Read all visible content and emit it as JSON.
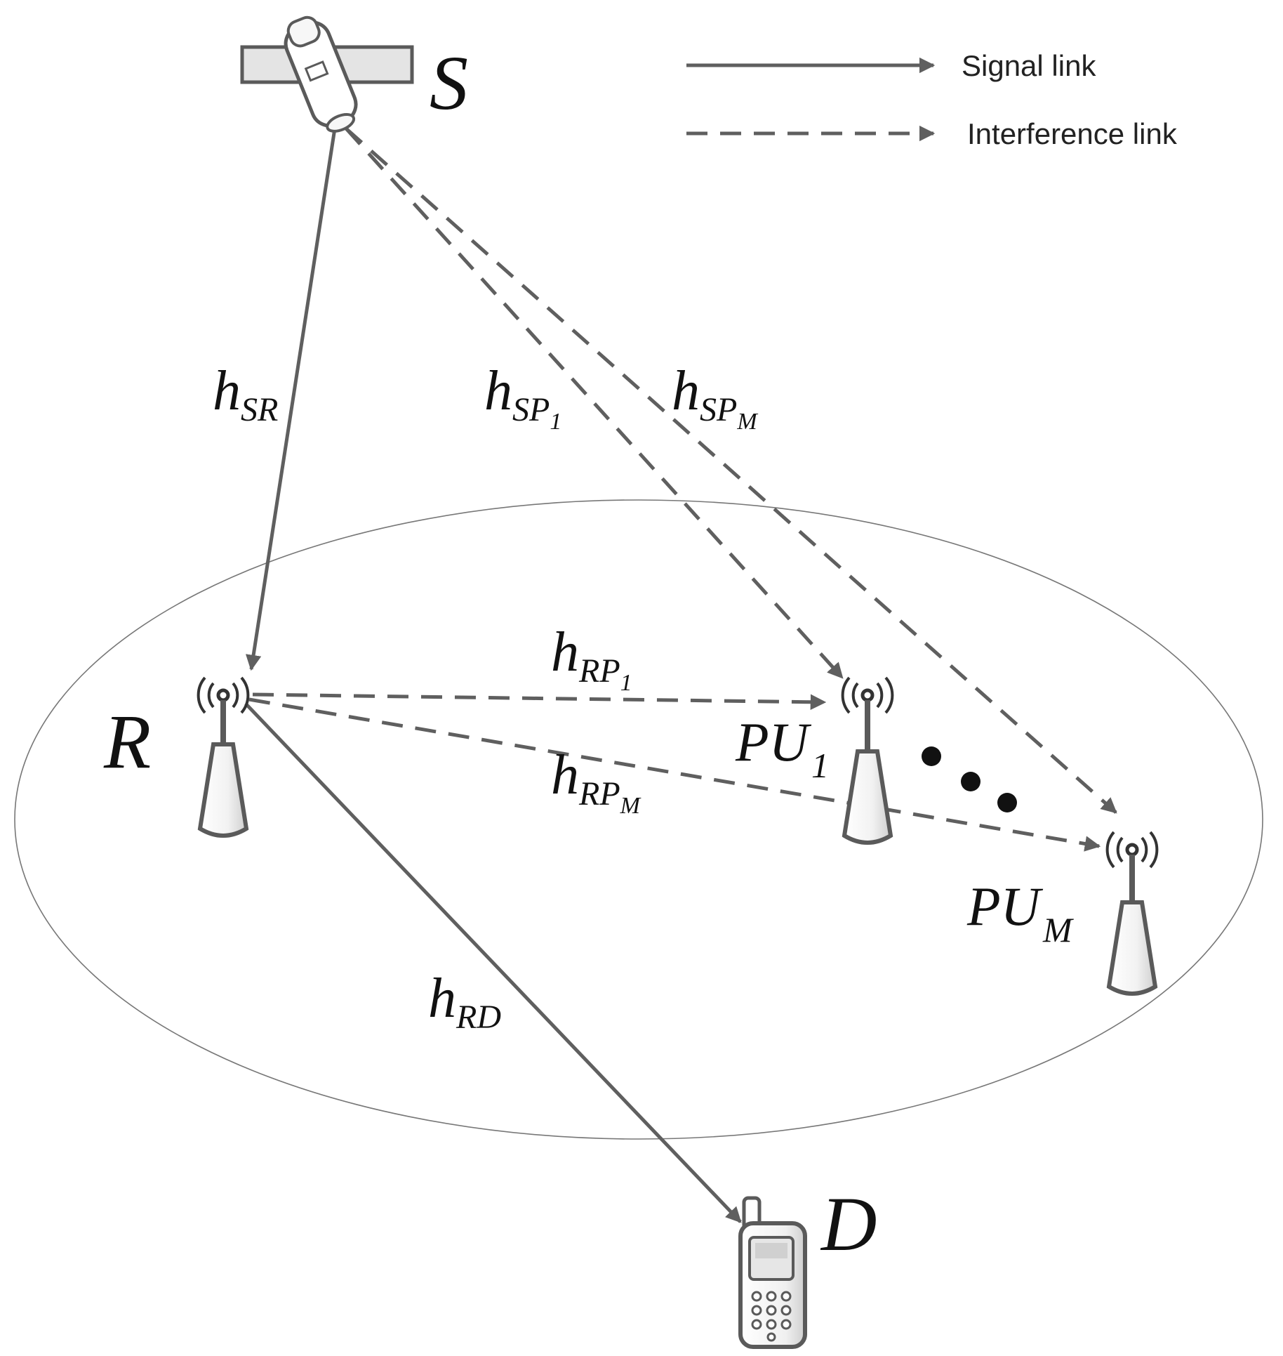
{
  "legend": {
    "signal_label": "Signal link",
    "interference_label": "Interference link"
  },
  "nodes": {
    "satellite": "S",
    "relay": "R",
    "destination": "D",
    "pu_first": {
      "main": "PU",
      "sub": "1"
    },
    "pu_last": {
      "main": "PU",
      "sub": "M"
    }
  },
  "channels": {
    "sr": {
      "main": "h",
      "sub": "SR"
    },
    "sp1": {
      "main": "h",
      "sub": "SP",
      "subsub": "1"
    },
    "spm": {
      "main": "h",
      "sub": "SP",
      "subsub": "M"
    },
    "rp1": {
      "main": "h",
      "sub": "RP",
      "subsub": "1"
    },
    "rpm": {
      "main": "h",
      "sub": "RP",
      "subsub": "M"
    },
    "rd": {
      "main": "h",
      "sub": "RD"
    }
  },
  "colors": {
    "link": "#5f5f5f",
    "device_fill": "#ffffff",
    "device_outline": "#5a5a5a",
    "text": "#111111"
  }
}
